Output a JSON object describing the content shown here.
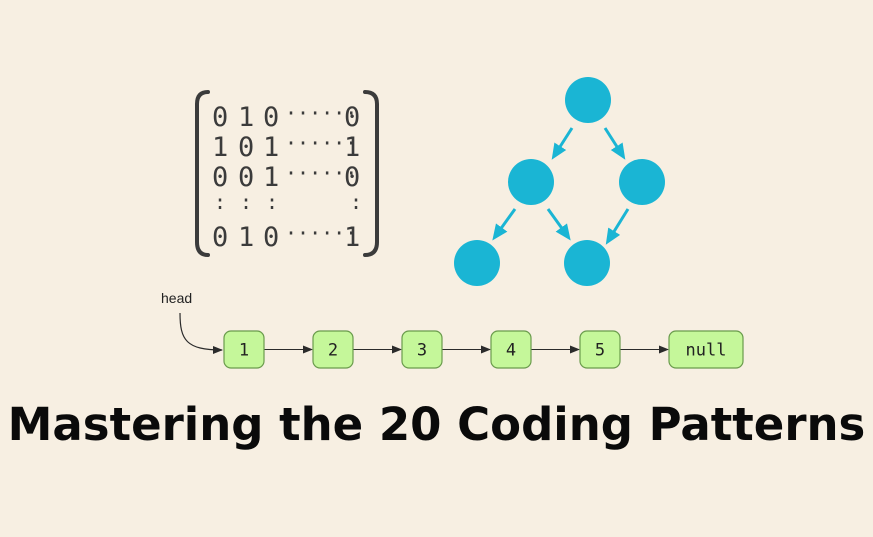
{
  "matrix": {
    "rows": [
      [
        "0",
        "1",
        "0",
        "0"
      ],
      [
        "1",
        "0",
        "1",
        "1"
      ],
      [
        "0",
        "0",
        "1",
        "0"
      ],
      [
        "0",
        "1",
        "0",
        "1"
      ]
    ]
  },
  "tree": {
    "node_color": "#1ab5d4",
    "arrow_color": "#1ab5d4"
  },
  "linked_list": {
    "head_label": "head",
    "nodes": [
      "1",
      "2",
      "3",
      "4",
      "5",
      "null"
    ],
    "node_fill": "#c5f79a",
    "node_stroke": "#6a9b4c"
  },
  "title": "Mastering the 20 Coding Patterns"
}
